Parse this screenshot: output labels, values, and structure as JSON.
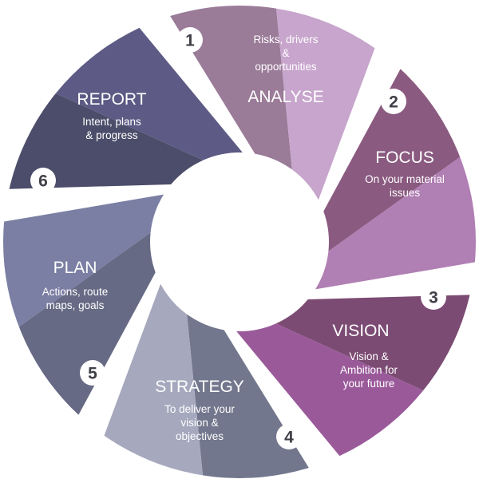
{
  "segments": [
    {
      "number": "1",
      "title": "ANALYSE",
      "description": [
        "Risks, drivers",
        "&",
        "opportunities"
      ],
      "colors": {
        "outer": "#9a7b98",
        "inner": "#c7a5cc"
      }
    },
    {
      "number": "2",
      "title": "FOCUS",
      "description": [
        "On your material",
        "issues"
      ],
      "colors": {
        "outer": "#8a5a80",
        "inner": "#b07fb3"
      }
    },
    {
      "number": "3",
      "title": "VISION",
      "description": [
        "Vision &",
        "Ambition for",
        "your future"
      ],
      "colors": {
        "outer": "#7c4b73",
        "inner": "#9a5a9a"
      }
    },
    {
      "number": "4",
      "title": "STRATEGY",
      "description": [
        "To deliver your",
        "vision &",
        "objectives"
      ],
      "colors": {
        "outer": "#73778d",
        "inner": "#a6a8be"
      }
    },
    {
      "number": "5",
      "title": "PLAN",
      "description": [
        "Actions, route",
        "maps, goals"
      ],
      "colors": {
        "outer": "#666a84",
        "inner": "#7b7fa3"
      }
    },
    {
      "number": "6",
      "title": "REPORT",
      "description": [
        "Intent, plans",
        "& progress"
      ],
      "colors": {
        "outer": "#4c4d6a",
        "inner": "#5d5a85"
      }
    }
  ]
}
